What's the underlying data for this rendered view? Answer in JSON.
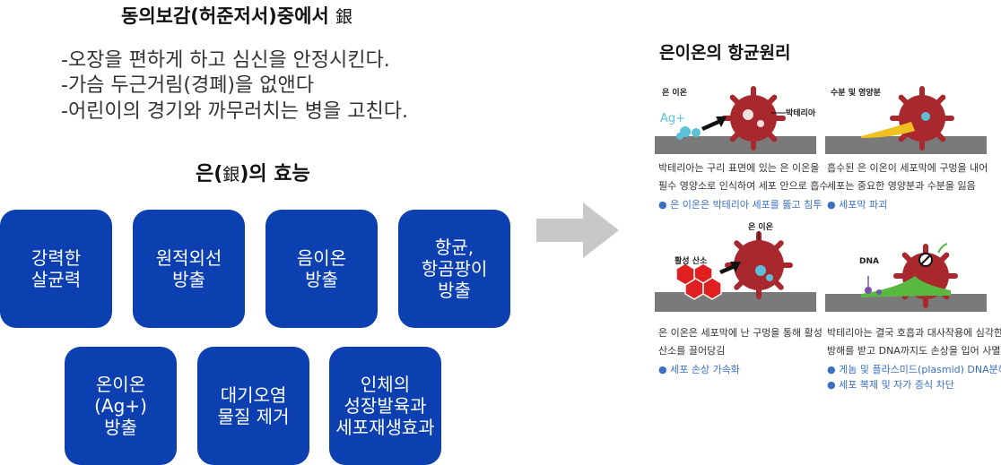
{
  "left": {
    "title": "동의보감(허준저서)중에서",
    "title_hanja": "銀",
    "descriptions": [
      "-오장을 편하게 하고 심신을 안정시킨다.",
      "-가슴 두근거림(경폐)을 없앤다",
      "-어린이의 경기와 까무러치는 병을 고친다."
    ],
    "effect_title_pre": "은(",
    "effect_title_hanja": "銀",
    "effect_title_post": ")의 효능",
    "boxes": [
      "강력한\n살균력",
      "원적외선\n방출",
      "음이온\n방출",
      "항균,\n항곰팡이\n방출",
      "온이온\n(Ag+)\n방출",
      "대기오염\n물질 제거",
      "인체의\n성장발육과\n세포재생효과"
    ],
    "box_color": "#0c3fb0"
  },
  "right": {
    "title": "은이온의 항균원리",
    "panels": [
      {
        "labels": [
          "은 이온",
          "Ag+",
          "박테리아"
        ],
        "caption": [
          "박테리아는 구리 표면에 있는 은 이온을",
          "필수 영양소로 인식하여 세포 안으로 흡수"
        ],
        "notes": [
          "● 은 이온은 박테리아 세포를 뚫고 침투"
        ]
      },
      {
        "labels": [
          "수분 및 영양분"
        ],
        "caption": [
          "흡수된 은 이온이 세포막에 구멍을 내어",
          "세포는 중요한 영양분과 수분을 잃음"
        ],
        "notes": [
          "● 세포막 파괴"
        ]
      },
      {
        "labels": [
          "은 이온",
          "활성 산소"
        ],
        "caption": [
          "은 이온은 세포막에 난 구멍을 통해 활성",
          "산소를 끌어당김"
        ],
        "notes": [
          "● 세포 손상 가속화"
        ]
      },
      {
        "labels": [
          "DNA"
        ],
        "caption": [
          "박테리아는 결국 호흡과 대사작용에 심각한",
          "방해를 받고 DNA까지도 손상을 입어 사멸"
        ],
        "notes": [
          "● 게놈 및 플라스미드(plasmid) DNA분해",
          "● 세포 복제 및 자가 증식 차단"
        ]
      }
    ],
    "colors": {
      "bacteria": "#a8282e",
      "surface": "#7a7a7a",
      "ion": "#5bc0d8",
      "arrow": "#c8c8c8",
      "nutrient": "#f0c020",
      "oxygen": "#e02020",
      "dna": "#7a50b0",
      "dna_green": "#58b840"
    }
  }
}
